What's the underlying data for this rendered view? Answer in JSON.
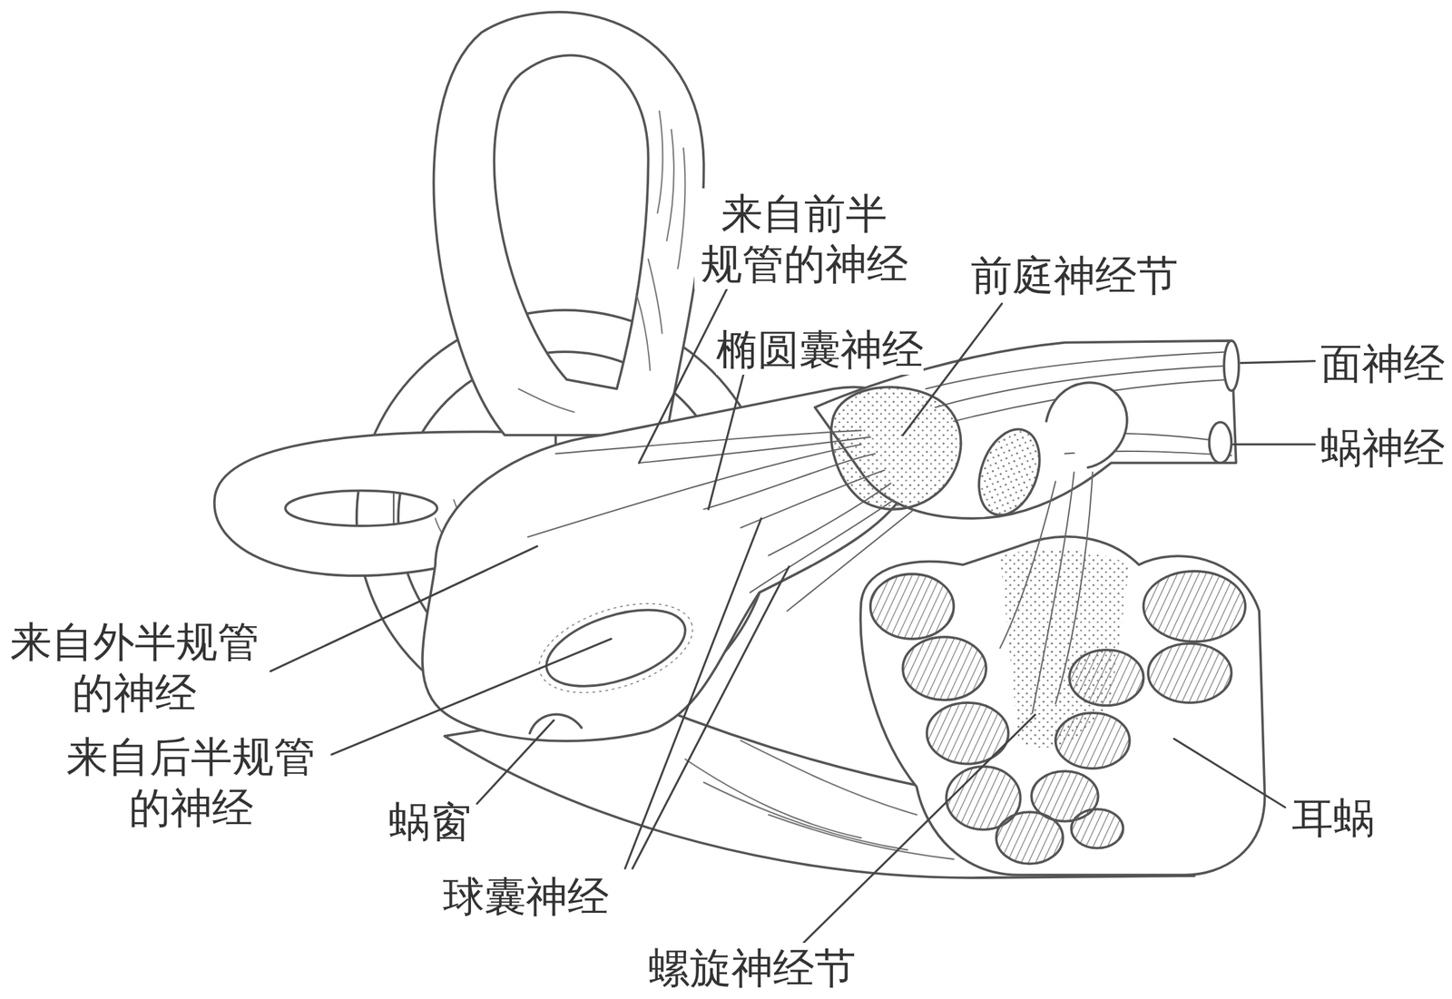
{
  "diagram": {
    "labels": [
      "来自前半 规管的神经",
      "前庭神经节",
      "椭圆囊神经",
      "面神经",
      "蜗神经",
      "来自外半规管 的神经",
      "来自后半规管 的神经",
      "蜗窗",
      "耳蜗",
      "球囊神经",
      "螺旋神经节"
    ]
  }
}
